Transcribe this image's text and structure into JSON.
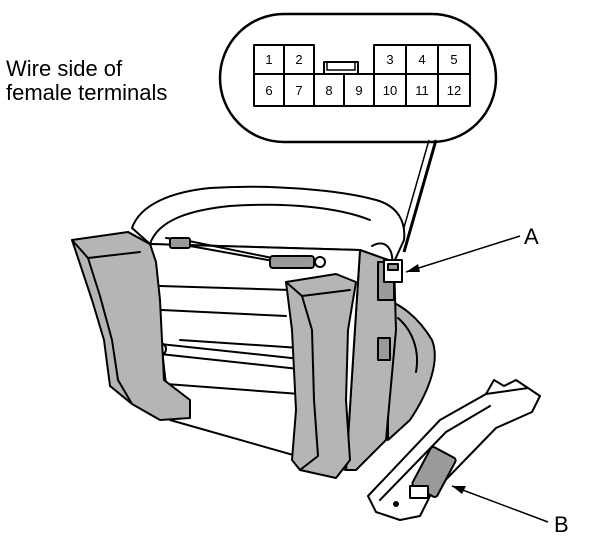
{
  "caption": {
    "line1": "Wire side of",
    "line2": "female terminals"
  },
  "connector": {
    "top_row": [
      {
        "id": "t1",
        "label": "1"
      },
      {
        "id": "t2",
        "label": "2"
      },
      {
        "id": "t3",
        "label": "3"
      },
      {
        "id": "t4",
        "label": "4"
      },
      {
        "id": "t5",
        "label": "5"
      }
    ],
    "bottom_row": [
      {
        "id": "t6",
        "label": "6"
      },
      {
        "id": "t7",
        "label": "7"
      },
      {
        "id": "t8",
        "label": "8"
      },
      {
        "id": "t9",
        "label": "9"
      },
      {
        "id": "t10",
        "label": "10"
      },
      {
        "id": "t11",
        "label": "11"
      },
      {
        "id": "t12",
        "label": "12"
      }
    ]
  },
  "callouts": {
    "a": "A",
    "b": "B"
  },
  "colors": {
    "line": "#000000",
    "fill_gray": "#b5b5b5",
    "fill_dark": "#9a9a9a",
    "background": "#ffffff"
  }
}
